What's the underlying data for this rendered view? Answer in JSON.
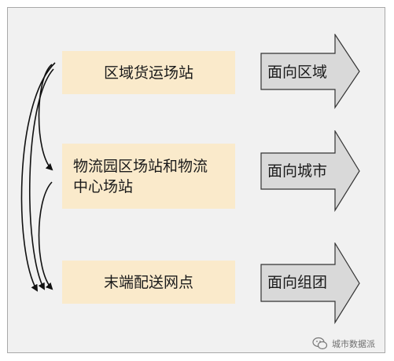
{
  "boxes": [
    {
      "label": "区域货运场站"
    },
    {
      "label_line1": "物流园区场站和物流",
      "label_line2": "中心场站"
    },
    {
      "label": "末端配送网点"
    }
  ],
  "arrows": [
    {
      "label": "面向区域"
    },
    {
      "label": "面向城市"
    },
    {
      "label": "面向组团"
    }
  ],
  "colors": {
    "box_fill": "#faeacb",
    "arrow_fill": "#d9d9d9",
    "frame_fill": "#f1f1f1"
  },
  "watermark": {
    "text": "城市数据派",
    "icon": "wechat-icon"
  }
}
